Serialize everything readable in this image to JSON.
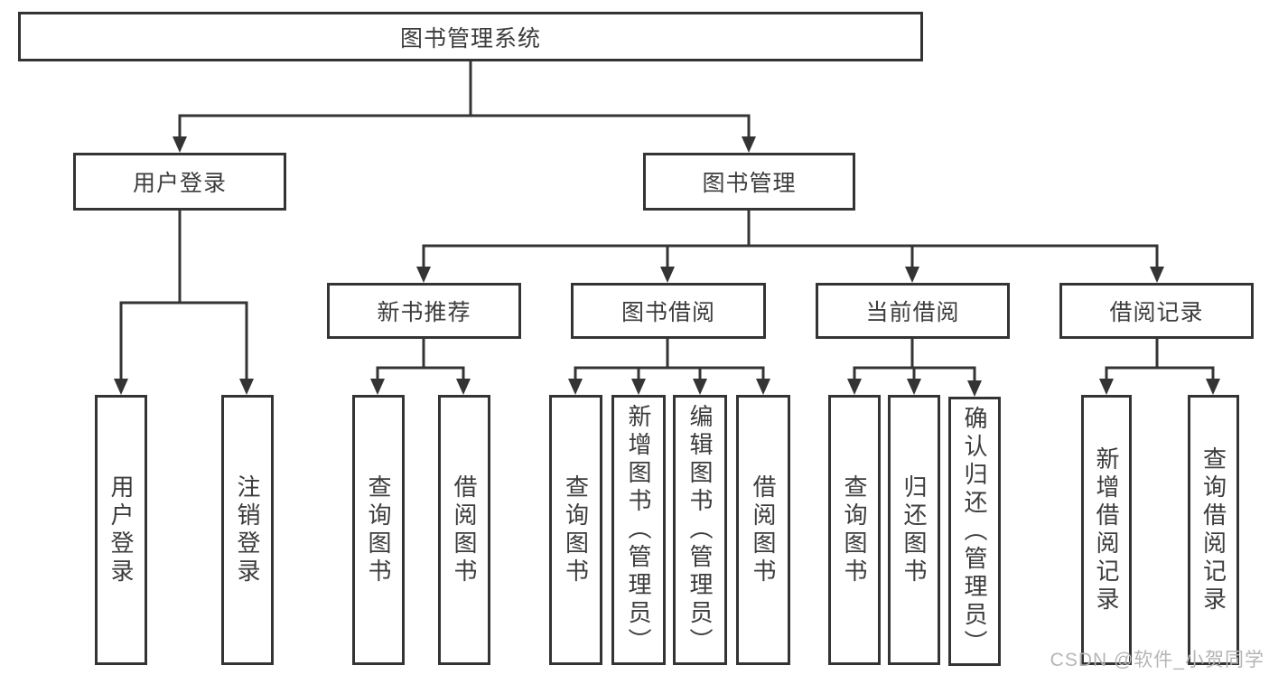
{
  "diagram": {
    "root": {
      "label": "图书管理系统"
    },
    "branches": [
      {
        "label": "用户登录",
        "children": [
          {
            "label": "用户登录"
          },
          {
            "label": "注销登录"
          }
        ]
      },
      {
        "label": "图书管理",
        "children": [
          {
            "label": "新书推荐",
            "children": [
              {
                "label": "查询图书"
              },
              {
                "label": "借阅图书"
              }
            ]
          },
          {
            "label": "图书借阅",
            "children": [
              {
                "label": "查询图书"
              },
              {
                "label": "新增图书（管理员）"
              },
              {
                "label": "编辑图书（管理员）"
              },
              {
                "label": "借阅图书"
              }
            ]
          },
          {
            "label": "当前借阅",
            "children": [
              {
                "label": "查询图书"
              },
              {
                "label": "归还图书"
              },
              {
                "label": "确认归还（管理员）"
              }
            ]
          },
          {
            "label": "借阅记录",
            "children": [
              {
                "label": "新增借阅记录"
              },
              {
                "label": "查询借阅记录"
              }
            ]
          }
        ]
      }
    ],
    "watermark": "CSDN @软件_小贺同学"
  },
  "colors": {
    "line": "#343434",
    "text": "#3c3c3c",
    "watermark": "#b5b5b5"
  }
}
